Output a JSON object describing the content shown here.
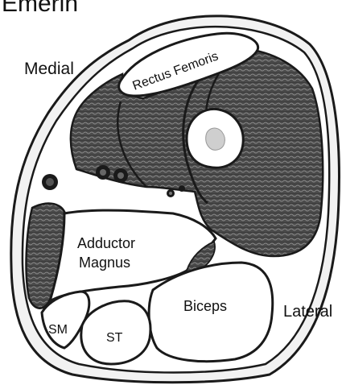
{
  "diagram": {
    "title": "Emerin",
    "orientation": {
      "medial": "Medial",
      "lateral": "Lateral"
    },
    "muscles": {
      "rectus_femoris": "Rectus Femoris",
      "adductor_magnus_line1": "Adductor",
      "adductor_magnus_line2": "Magnus",
      "biceps": "Biceps",
      "semimembranosus": "SM",
      "semitendinosus": "ST"
    },
    "colors": {
      "muscle_fill": "#4a4a4a",
      "outline": "#1a1a1a",
      "fascia_fill": "#ffffff",
      "skin_fill": "#f2f2f2"
    }
  }
}
